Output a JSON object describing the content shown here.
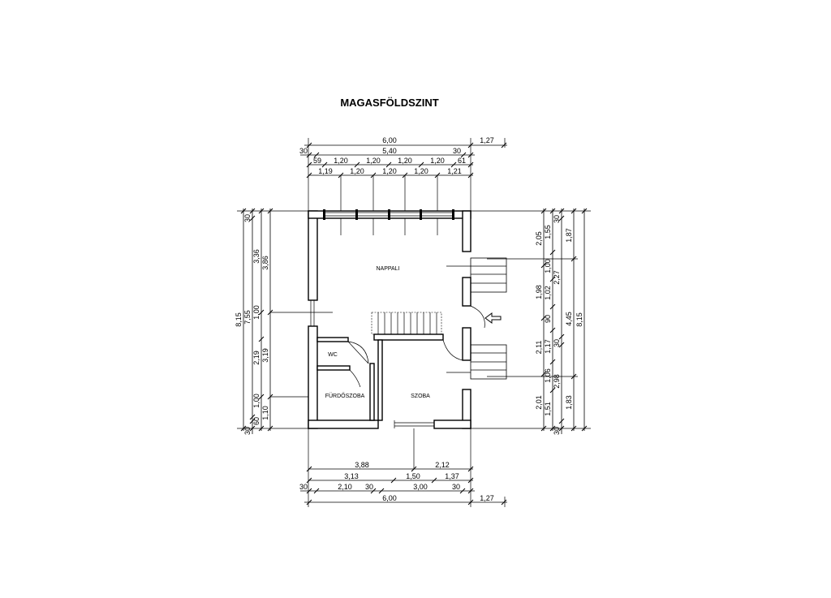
{
  "title": "MAGASFÖLDSZINT",
  "rooms": {
    "living": "NAPPALI",
    "wc": "WC",
    "bath": "FÜRDŐSZOBA",
    "room": "SZOBA"
  },
  "dims_top": {
    "r1": [
      "6,00",
      "1,27"
    ],
    "r2": [
      "30",
      "5,40",
      "30"
    ],
    "r3": [
      "59",
      "1,20",
      "1,20",
      "1,20",
      "1,20",
      "61"
    ],
    "r4": [
      "1,19",
      "1,20",
      "1,20",
      "1,20",
      "1,21"
    ]
  },
  "dims_bottom": {
    "r1": [
      "3,88",
      "2,12"
    ],
    "r2": [
      "3,13",
      "1,50",
      "1,37"
    ],
    "r3": [
      "30",
      "2,10",
      "30",
      "3,00",
      "30"
    ],
    "r4": [
      "6,00",
      "1,27"
    ]
  },
  "dims_left": {
    "c1": [
      "8,15"
    ],
    "c2": [
      "30",
      "7,55",
      "60",
      "30"
    ],
    "c3": [
      "3,36",
      "1,00",
      "2,19",
      "1,00"
    ],
    "c4": [
      "3,86",
      "3,19",
      "1,10"
    ]
  },
  "dims_right": {
    "c1": [
      "2,05",
      "1,98",
      "2,11",
      "2,01"
    ],
    "c2": [
      "1,55",
      "1,00",
      "1,02",
      "90",
      "1,17",
      "1,06",
      "1,51"
    ],
    "c3": [
      "30",
      "2,27",
      "30",
      "2,98",
      "30"
    ],
    "c4": [
      "1,87",
      "4,45",
      "1,83"
    ],
    "c5": [
      "8,15"
    ]
  }
}
